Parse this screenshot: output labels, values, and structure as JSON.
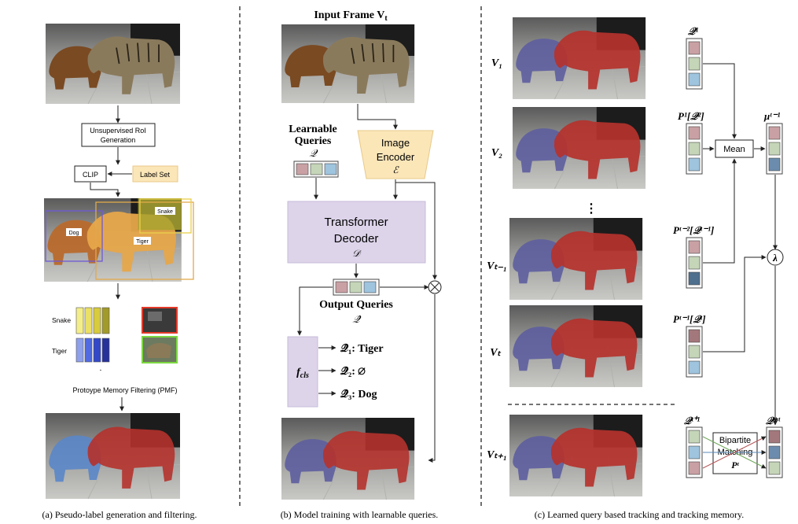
{
  "panel_a": {
    "roi_line1": "Unsupervised RoI",
    "roi_line2": "Generation",
    "clip": "CLIP",
    "label_set": "Label Set",
    "box_snake": "Snake",
    "box_dog": "Dog",
    "box_tiger": "Tiger",
    "mem_snake": "Snake",
    "mem_tiger": "Tiger",
    "pmf": "Protoype Memory Filtering (PMF)",
    "caption": "(a) Pseudo-label generation and filtering."
  },
  "panel_b": {
    "input_frame": "Input Frame V",
    "input_frame_sub": "t",
    "learnable_1": "Learnable",
    "learnable_2": "Queries",
    "learnable_sym": "𝒬",
    "encoder_1": "Image",
    "encoder_2": "Encoder",
    "encoder_sym": "ℰ",
    "decoder_1": "Transformer",
    "decoder_2": "Decoder",
    "decoder_sym": "𝒟",
    "output_queries": "Output Queries",
    "output_sym": "𝒬̂",
    "fcls": "f",
    "fcls_sub": "cls",
    "out1": "𝒬̂₁: Tiger",
    "out2": "𝒬̂₂: ∅",
    "out3": "𝒬̂₃: Dog",
    "caption": "(b) Model training with learnable queries."
  },
  "panel_c": {
    "frames": [
      "V₁",
      "V₂",
      "⋮",
      "Vₜ₋₁",
      "Vₜ",
      "Vₜ₊₁"
    ],
    "q1": "𝒬¹",
    "p1q2": "P¹[𝒬²]",
    "pt2": "Pᵗ⁻²[𝒬ᵗ⁻¹]",
    "pt1": "Pᵗ⁻¹[𝒬ᵗ]",
    "mean": "Mean",
    "mu": "μᵗ⁻¹",
    "lambda": "λ",
    "qt1": "𝒬ᵗ⁺¹",
    "qstar": "𝒬*ᵗ",
    "bipartite_1": "Bipartite",
    "bipartite_2": "Matching",
    "bipartite_3": "Pᵗ",
    "caption": "(c) Learned query based tracking and tracking memory."
  },
  "colors": {
    "query_red": "#c9a0a4",
    "query_green": "#c5d5b8",
    "query_blue": "#9ec4de",
    "decoder_fill": "#ddd4ea",
    "encoder_fill": "#fbe6b8",
    "label_fill": "#fbe6b8",
    "tiger_mask": "#b5322c",
    "dog_mask": "#5670b0"
  }
}
